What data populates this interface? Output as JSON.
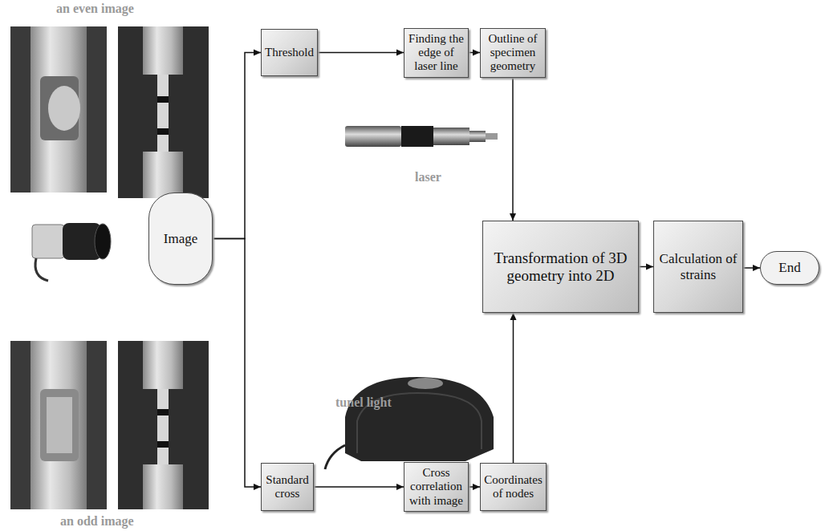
{
  "diagram": {
    "nodes": [
      {
        "text": [
          "Image"
        ]
      },
      {
        "text": [
          "Threshold"
        ]
      },
      {
        "text": [
          "Finding the edge of laser line"
        ]
      },
      {
        "text": [
          "Outline of specimen geometry"
        ]
      },
      {
        "text": [
          "Transformation of 3D geometry into 2D"
        ]
      },
      {
        "text": [
          "Calculation of strains"
        ]
      },
      {
        "text": [
          "End"
        ]
      },
      {
        "text": [
          "Standard cross"
        ]
      },
      {
        "text": [
          "Cross correlation with image"
        ]
      },
      {
        "text": [
          "Coordinates of nodes"
        ]
      }
    ],
    "edges": [
      {
        "from": 0,
        "to": 1,
        "arrow": "to"
      },
      {
        "from": 1,
        "to": 2,
        "arrow": "to"
      },
      {
        "from": 2,
        "to": 3,
        "arrow": "to"
      },
      {
        "from": 3,
        "to": 4,
        "arrow": "to"
      },
      {
        "from": 4,
        "to": 5,
        "arrow": "to"
      },
      {
        "from": 5,
        "to": 6,
        "arrow": "to"
      },
      {
        "from": 0,
        "to": 7,
        "arrow": "to"
      },
      {
        "from": 7,
        "to": 8,
        "arrow": "to"
      },
      {
        "from": 8,
        "to": 9,
        "arrow": "to"
      },
      {
        "from": 9,
        "to": 4,
        "arrow": "to"
      }
    ],
    "labels": [
      "an even image",
      "laser",
      "tunel light",
      "an odd image"
    ]
  }
}
